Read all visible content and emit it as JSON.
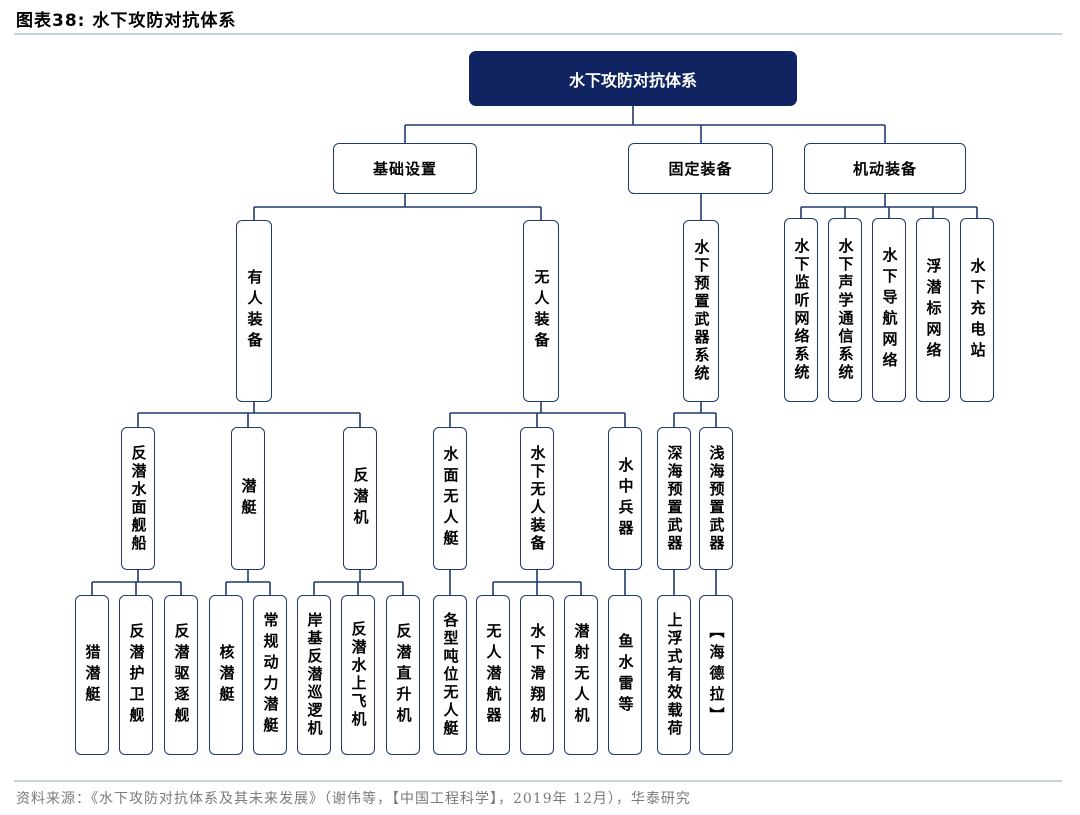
{
  "figure_title": "图表38:  水下攻防对抗体系",
  "source_text": "资料来源：《水下攻防对抗体系及其未来发展》（谢伟等，【中国工程科学】，2019年 12月），华泰研究",
  "nodes": {
    "root": "水下攻防对抗体系",
    "infra": "基础设置",
    "fixed": "固定装备",
    "mobile": "机动装备",
    "manned": "有人装备",
    "unmanned": "无人装备",
    "preset": "水下预置武器系统",
    "surveil": "水下监听网络系统",
    "acoustic": "水下声学通信系统",
    "nav": "水下导航网络",
    "buoy": "浮潜标网络",
    "charge": "水下充电站",
    "asw_surface": "反潜水面舰船",
    "submarine": "潜艇",
    "asw_air": "反潜机",
    "usv": "水面无人艇",
    "uuv": "水下无人装备",
    "weapon": "水中兵器",
    "deep": "深海预置武器",
    "shallow": "浅海预置武器",
    "hunter": "猎潜艇",
    "escort": "反潜护卫舰",
    "destroyer": "反潜驱逐舰",
    "nuke": "核潜艇",
    "conv": "常规动力潜艇",
    "patrol": "岸基反潜巡逻机",
    "seaplane": "反潜水上飞机",
    "heli": "反潜直升机",
    "various": "各型吨位无人艇",
    "uuv_sub": "无人潜航器",
    "glider": "水下滑翔机",
    "launched": "潜射无人机",
    "torpedo": "鱼水雷等",
    "floating": "上浮式有效载荷",
    "haishen": "【海德拉】"
  }
}
